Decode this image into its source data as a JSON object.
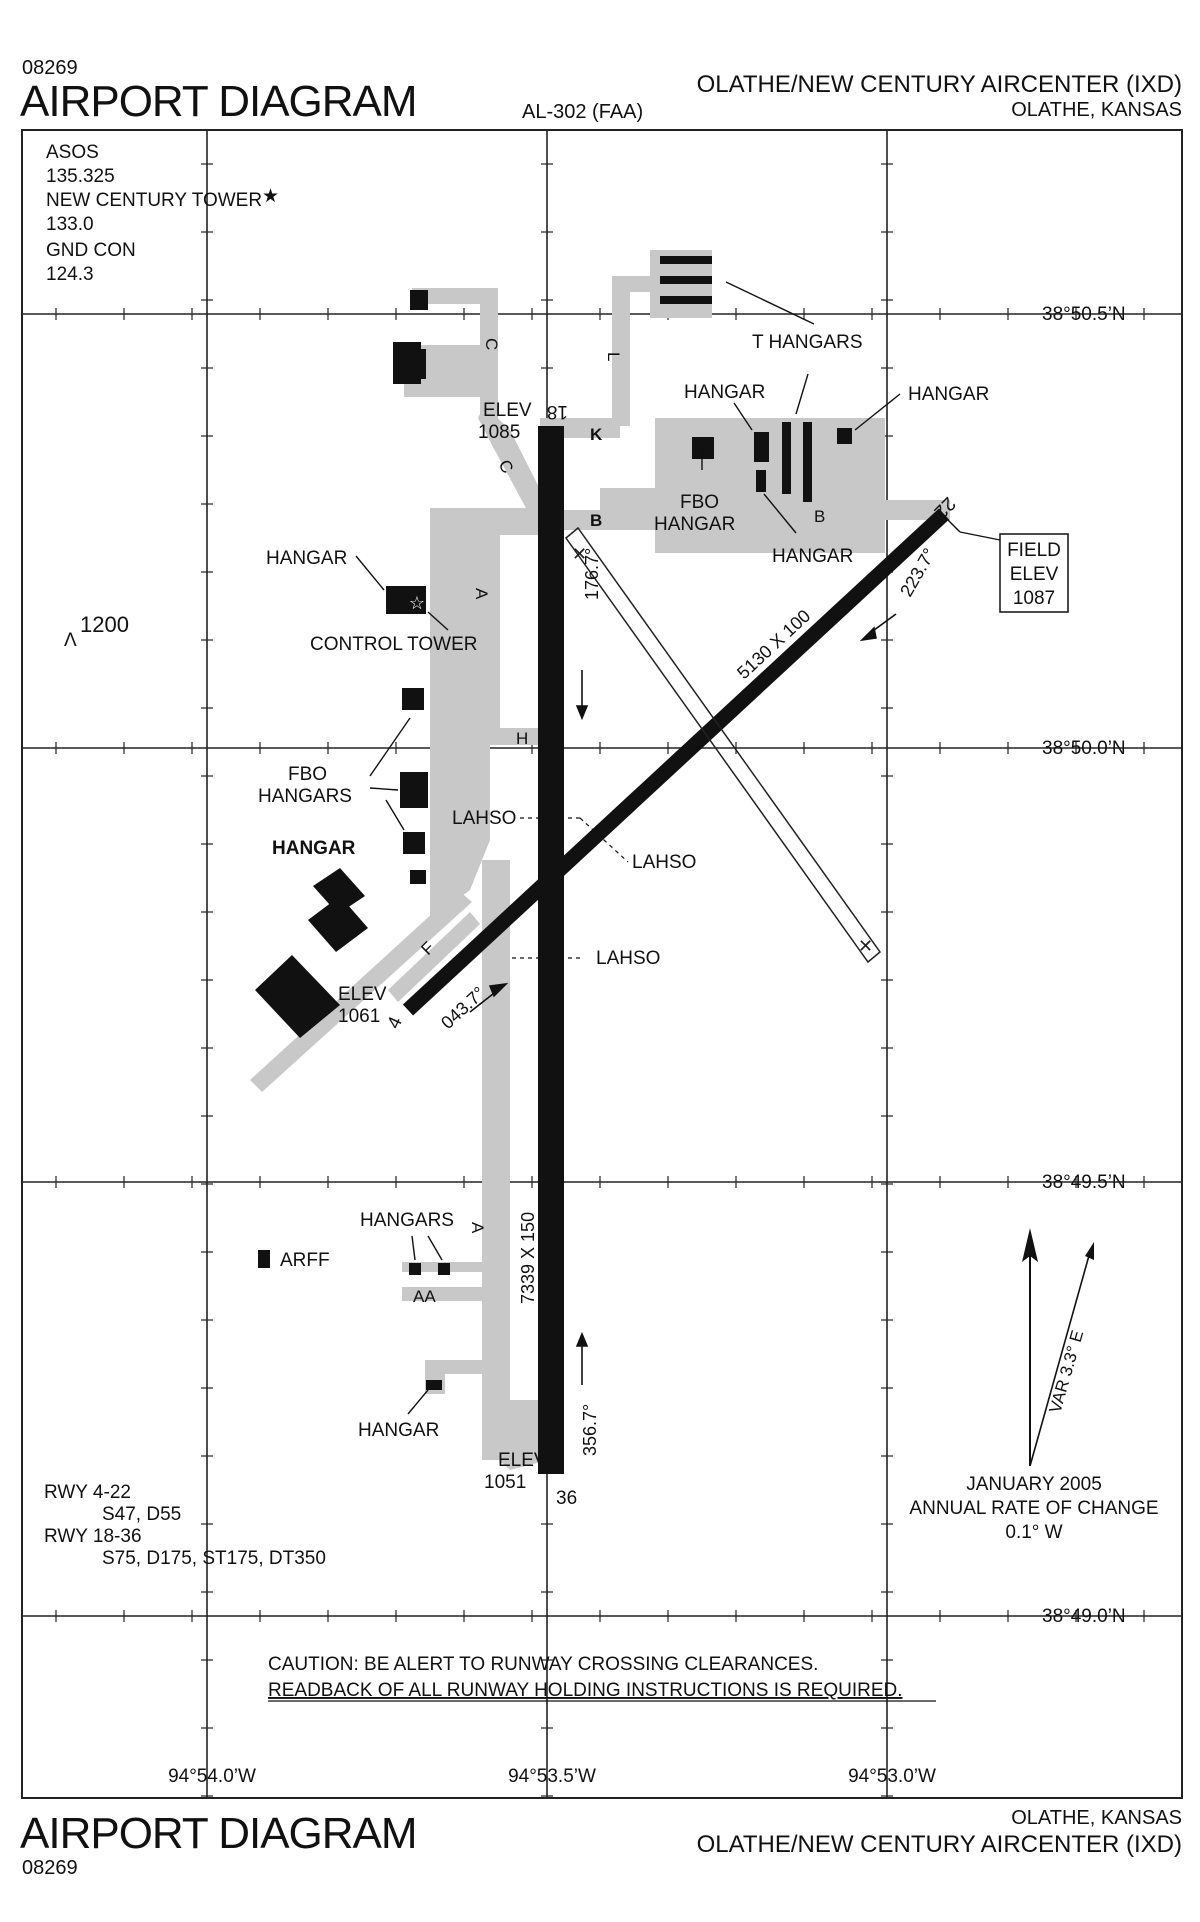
{
  "header": {
    "chart_id": "08269",
    "title": "AIRPORT DIAGRAM",
    "designator": "AL-302 (FAA)",
    "airport_name": "OLATHE/NEW CENTURY AIRCENTER (IXD)",
    "location": "OLATHE, KANSAS"
  },
  "footer": {
    "title": "AIRPORT DIAGRAM",
    "chart_id": "08269",
    "location": "OLATHE, KANSAS",
    "airport_name": "OLATHE/NEW CENTURY AIRCENTER (IXD)"
  },
  "comms": {
    "asos_label": "ASOS",
    "asos_freq": "135.325",
    "tower_label": "NEW CENTURY TOWER",
    "tower_star": "★",
    "tower_freq": "133.0",
    "gnd_label": "GND CON",
    "gnd_freq": "124.3"
  },
  "obstacle": {
    "symbol": "Λ",
    "elevation": "1200"
  },
  "grid": {
    "latitudes": [
      "38°50.5’N",
      "38°50.0’N",
      "38°49.5’N",
      "38°49.0’N"
    ],
    "longitudes": [
      "94°54.0’W",
      "94°53.5’W",
      "94°53.0’W"
    ]
  },
  "runways": {
    "rwy_18_36": {
      "dimensions": "7339 X 150",
      "end_18": "18",
      "end_36": "36",
      "heading_north": "176.7°",
      "heading_south": "356.7°",
      "elev_north_label": "ELEV",
      "elev_north": "1085",
      "elev_south_label": "ELEV",
      "elev_south": "1051"
    },
    "rwy_4_22": {
      "dimensions": "5130 X 100",
      "end_4": "4",
      "end_22": "22",
      "heading_sw": "043.7°",
      "heading_ne": "223.7°",
      "elev_sw_label": "ELEV",
      "elev_sw": "1061"
    }
  },
  "field_elev": {
    "label_1": "FIELD",
    "label_2": "ELEV",
    "value": "1087"
  },
  "taxiways": {
    "A_upper": "A",
    "A_lower": "A",
    "AA": "AA",
    "B_west": "B",
    "B_east": "B",
    "C_upper": "C",
    "C_lower": "C",
    "F": "F",
    "H": "H",
    "K": "K",
    "L": "L"
  },
  "labels": {
    "t_hangars": "T HANGARS",
    "hangar_north_mid": "HANGAR",
    "hangar_ne": "HANGAR",
    "fbo_hangar_1": "FBO",
    "fbo_hangar_2": "HANGAR",
    "hangar_b": "HANGAR",
    "hangar_west": "HANGAR",
    "control_tower": "CONTROL TOWER",
    "fbo_hangars_1": "FBO",
    "fbo_hangars_2": "HANGARS",
    "hangar_bold": "HANGAR",
    "hangars_south": "HANGARS",
    "arff": "ARFF",
    "hangar_south": "HANGAR",
    "lahso_1": "LAHSO",
    "lahso_2": "LAHSO",
    "lahso_3": "LAHSO"
  },
  "strength": {
    "rwy_4_22": "RWY 4-22",
    "rwy_4_22_values": "S47, D55",
    "rwy_18_36": "RWY 18-36",
    "rwy_18_36_values": "S75, D175, ST175, DT350"
  },
  "variation": {
    "var_text": "VAR 3.3° E",
    "date": "JANUARY 2005",
    "rate_label": "ANNUAL RATE OF CHANGE",
    "rate_value": "0.1° W"
  },
  "caution": {
    "line_1": "CAUTION: BE ALERT TO RUNWAY CROSSING CLEARANCES.",
    "line_2": "READBACK OF ALL RUNWAY HOLDING INSTRUCTIONS IS REQUIRED."
  },
  "colors": {
    "pavement": "#c8c8c8",
    "runway": "#111111",
    "grid": "#222222"
  }
}
